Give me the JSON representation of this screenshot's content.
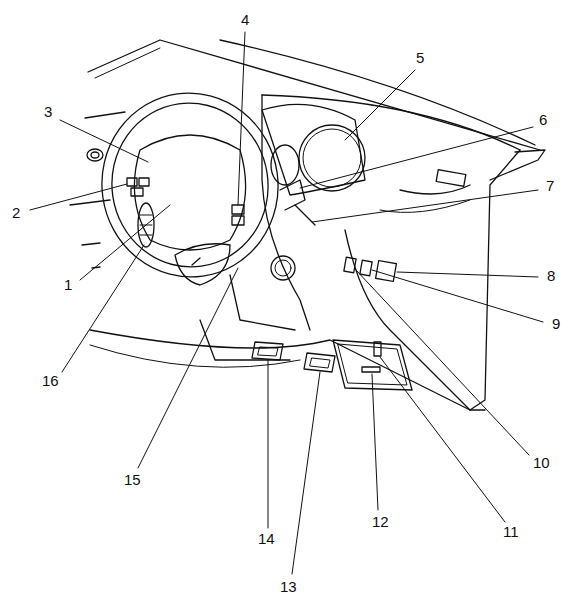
{
  "diagram": {
    "labels": [
      "4",
      "5",
      "3",
      "6",
      "7",
      "2",
      "8",
      "1",
      "9",
      "16",
      "10",
      "15",
      "11",
      "12",
      "14",
      "13"
    ]
  }
}
